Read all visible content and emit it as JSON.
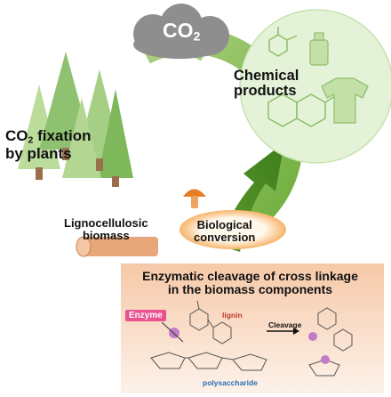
{
  "cloud": {
    "label_main": "CO",
    "label_sub": "2"
  },
  "fixation": {
    "line1_main": "CO",
    "line1_sub": "2",
    "line1_rest": " fixation",
    "line2": "by plants"
  },
  "products": {
    "line1": "Chemical",
    "line2": "products"
  },
  "biomass": {
    "line1": "Lignocellulosic",
    "line2": "biomass"
  },
  "conversion": {
    "line1": "Biological",
    "line2": "conversion"
  },
  "enzymatic": {
    "title_line1": "Enzymatic cleavage of cross linkage",
    "title_line2": "in the biomass components",
    "enzyme_label": "Enzyme",
    "lignin_label": "lignin",
    "cleavage_label": "Cleavage",
    "polysaccharide_label": "polysaccharide"
  },
  "colors": {
    "arrow_green": "#7db94a",
    "tree_green": "#9cc878",
    "product_circle": "#e4f3d8",
    "box_peach": "#fbe0cc",
    "enzyme_pink": "#e9528e",
    "cloud_gray": "#8e8e8e"
  }
}
